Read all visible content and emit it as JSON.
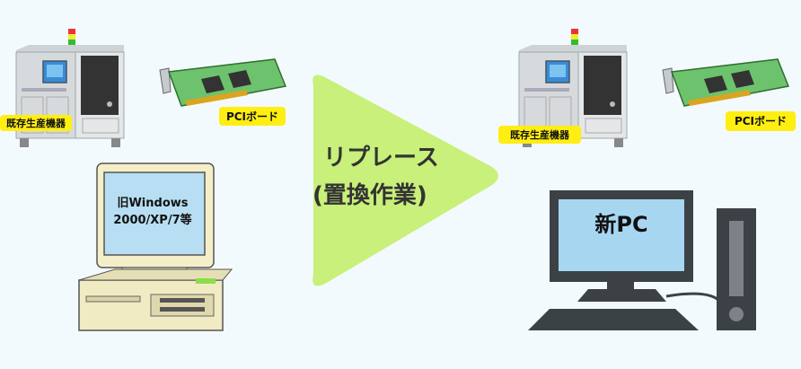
{
  "left": {
    "machine_label": "既存生産機器",
    "board_label": "PCIボード",
    "old_pc_line1": "旧Windows",
    "old_pc_line2": "2000/XP/7等"
  },
  "arrow": {
    "line1": "リプレース",
    "line2": "(置換作業)"
  },
  "right": {
    "machine_label": "既存生産機器",
    "board_label": "PCIボード",
    "new_pc_label": "新PC"
  },
  "colors": {
    "background": "#f3fafd",
    "arrow": "#c8f07a",
    "label_badge": "#ffee11",
    "screen": "#a7d6f1",
    "board": "#6dc36d"
  }
}
